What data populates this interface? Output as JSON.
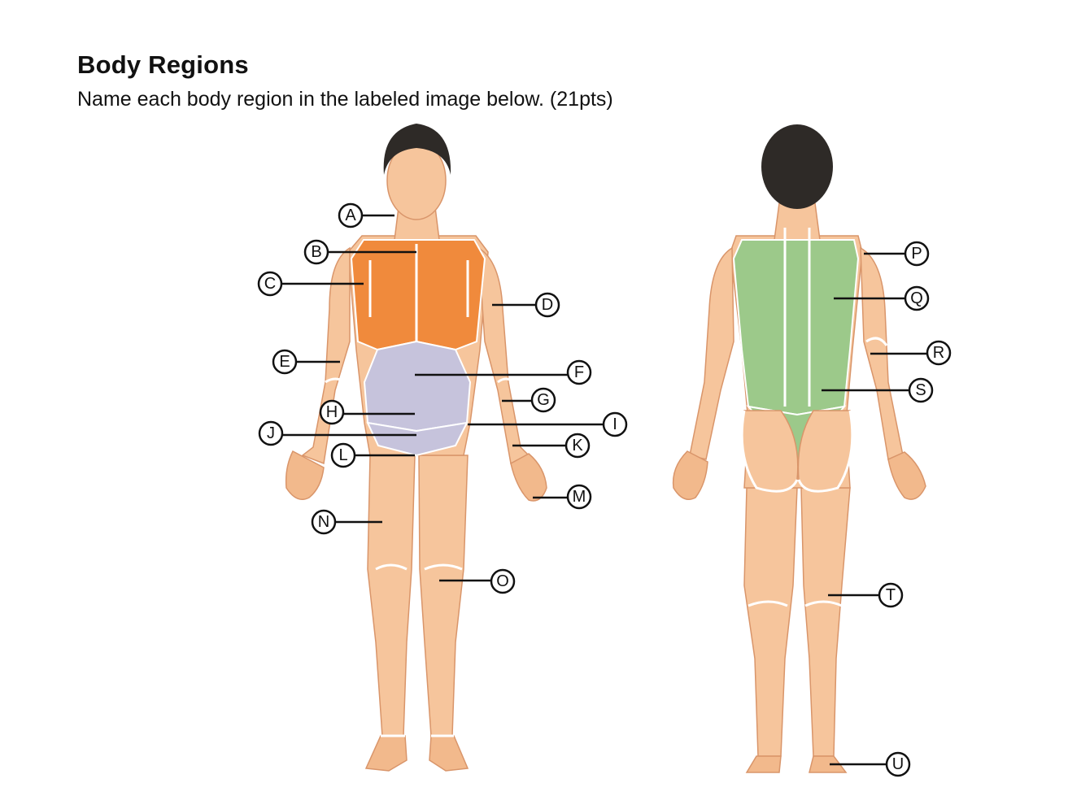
{
  "header": {
    "title": "Body Regions",
    "subtitle": "Name each body region in the labeled image below. (21pts)"
  },
  "colors": {
    "skin": "#f6c59c",
    "thoracic_region": "#f08a3c",
    "abdominal_region": "#c6c3dc",
    "back_region": "#9cc98a",
    "hair": "#2e2a27"
  },
  "figures": {
    "anterior": {
      "icon": "anterior-body-figure"
    },
    "posterior": {
      "icon": "posterior-body-figure"
    }
  },
  "callouts": [
    {
      "id": "a",
      "label": "A"
    },
    {
      "id": "b",
      "label": "B"
    },
    {
      "id": "c",
      "label": "C"
    },
    {
      "id": "d",
      "label": "D"
    },
    {
      "id": "e",
      "label": "E"
    },
    {
      "id": "f",
      "label": "F"
    },
    {
      "id": "g",
      "label": "G"
    },
    {
      "id": "h",
      "label": "H"
    },
    {
      "id": "i",
      "label": "I"
    },
    {
      "id": "j",
      "label": "J"
    },
    {
      "id": "k",
      "label": "K"
    },
    {
      "id": "l",
      "label": "L"
    },
    {
      "id": "m",
      "label": "M"
    },
    {
      "id": "n",
      "label": "N"
    },
    {
      "id": "o",
      "label": "O"
    },
    {
      "id": "p",
      "label": "P"
    },
    {
      "id": "q",
      "label": "Q"
    },
    {
      "id": "r",
      "label": "R"
    },
    {
      "id": "s",
      "label": "S"
    },
    {
      "id": "t",
      "label": "T"
    },
    {
      "id": "u",
      "label": "U"
    }
  ]
}
